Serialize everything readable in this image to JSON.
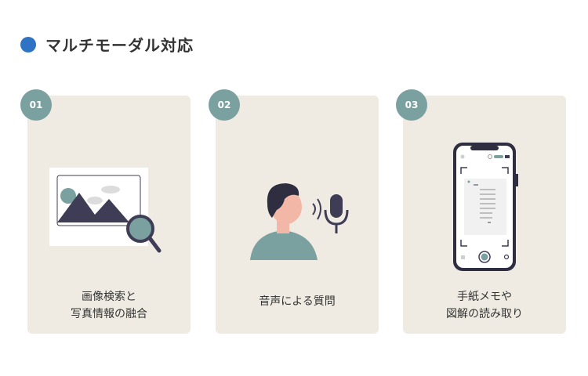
{
  "header": {
    "title": "マルチモーダル対応",
    "accent_color": "#2f74c4"
  },
  "cards": [
    {
      "badge": "01",
      "caption_line1": "画像検索と",
      "caption_line2": "写真情報の融合",
      "illustration": "image-search-icon"
    },
    {
      "badge": "02",
      "caption_line1": "音声による質問",
      "illustration": "voice-question-icon"
    },
    {
      "badge": "03",
      "caption_line1": "手紙メモや",
      "caption_line2": "図解の読み取り",
      "illustration": "phone-scan-icon"
    }
  ],
  "colors": {
    "card_bg": "#efebe2",
    "badge_bg": "#7aa0a0",
    "teal": "#7aa0a0",
    "dark": "#3f3d56"
  }
}
